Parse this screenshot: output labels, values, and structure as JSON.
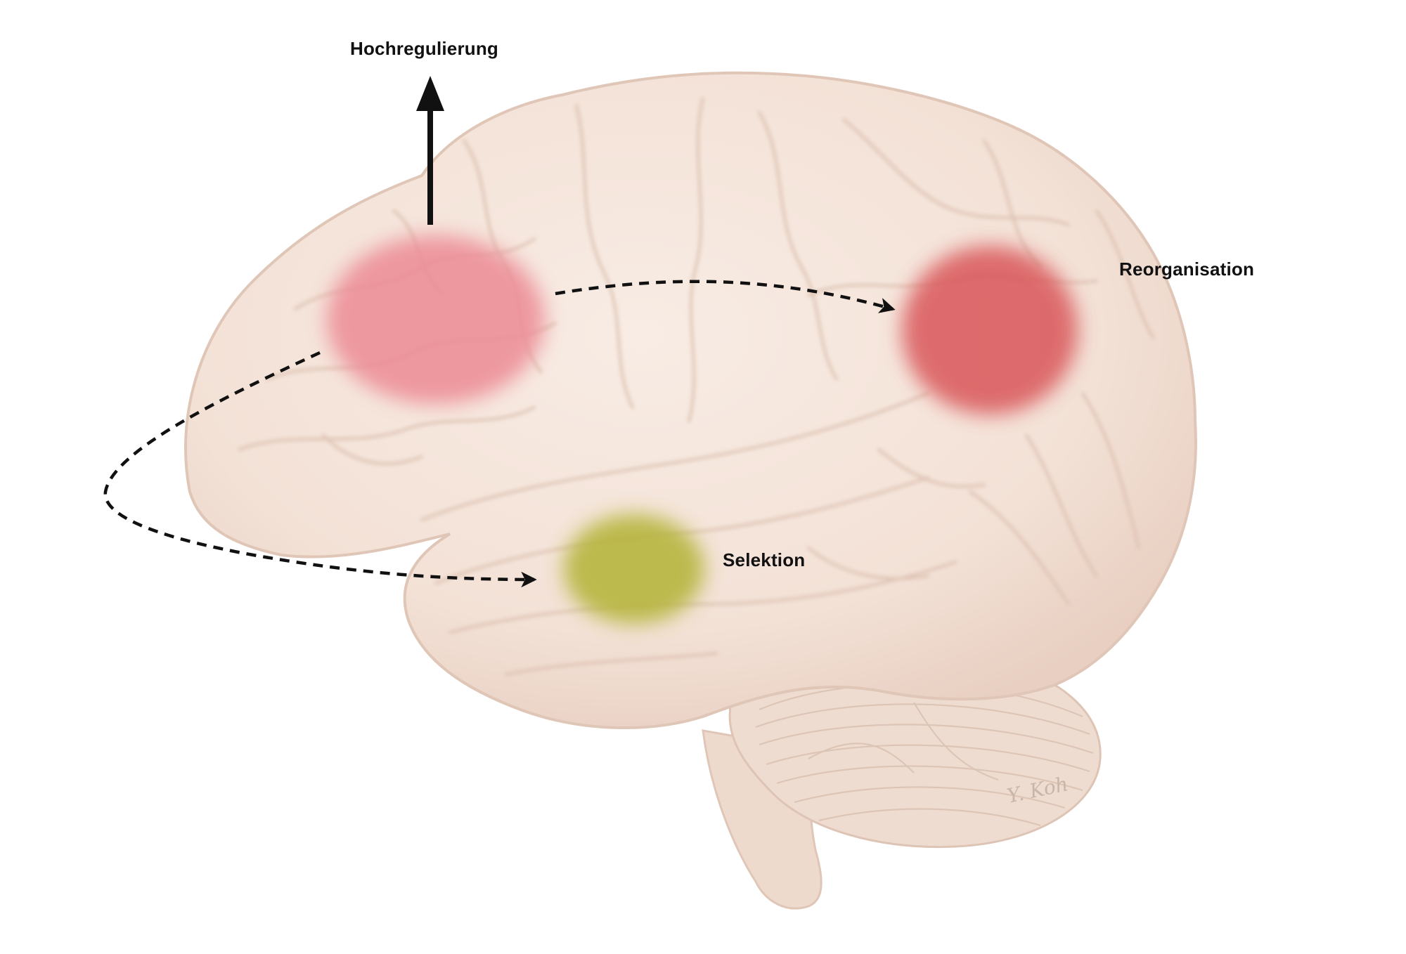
{
  "labels": {
    "upregulation": "Hochregulierung",
    "reorganisation": "Reorganisation",
    "selection": "Selektion"
  },
  "signature": "Y. Koh",
  "colors": {
    "background": "#ffffff",
    "brain_fill": "#f4e4da",
    "brain_outline": "#e2c9bb",
    "sulcus": "#dcc2b3",
    "cerebellum": "#efdcd1",
    "spot_frontal": "#ec8a94",
    "spot_parietal": "#d9575a",
    "spot_temporal": "#b3b236",
    "arrow": "#111111"
  }
}
